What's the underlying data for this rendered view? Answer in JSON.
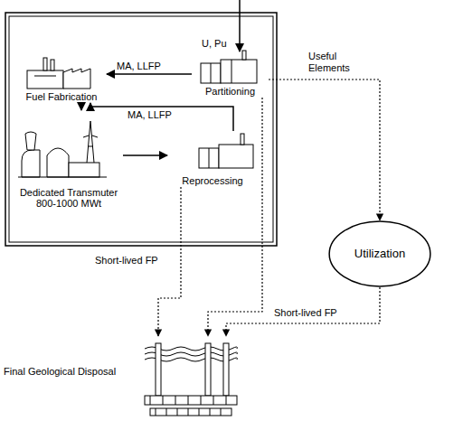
{
  "diagram": {
    "nodes": [
      {
        "text": [
          "Partitioning"
        ]
      },
      {
        "text": [
          "Fuel Fabrication"
        ]
      },
      {
        "text": [
          "Dedicated Transmuter",
          "800-1000 MWt"
        ]
      },
      {
        "text": [
          "Reprocessing"
        ]
      },
      {
        "text": [
          "Utilization"
        ]
      },
      {
        "text": [
          "Final Geological Disposal"
        ]
      }
    ],
    "edges": [
      {
        "from": 0,
        "to": 1,
        "arrow": "to",
        "label": "MA, LLFP"
      },
      {
        "from": 1,
        "to": 2,
        "arrow": "to"
      },
      {
        "from": 3,
        "to": 1,
        "arrow": "to",
        "label": "MA, LLFP"
      },
      {
        "from": 2,
        "to": 3,
        "arrow": "to"
      },
      {
        "from": 0,
        "to": 4,
        "arrow": "to",
        "label": "Useful Elements"
      },
      {
        "from": 0,
        "to": 5,
        "arrow": "to"
      },
      {
        "from": 3,
        "to": 5,
        "arrow": "to",
        "label": "Short-lived FP"
      },
      {
        "from": 4,
        "to": 5,
        "arrow": "to",
        "label": "Short-lived FP"
      }
    ],
    "labels": [
      "U, Pu"
    ]
  }
}
